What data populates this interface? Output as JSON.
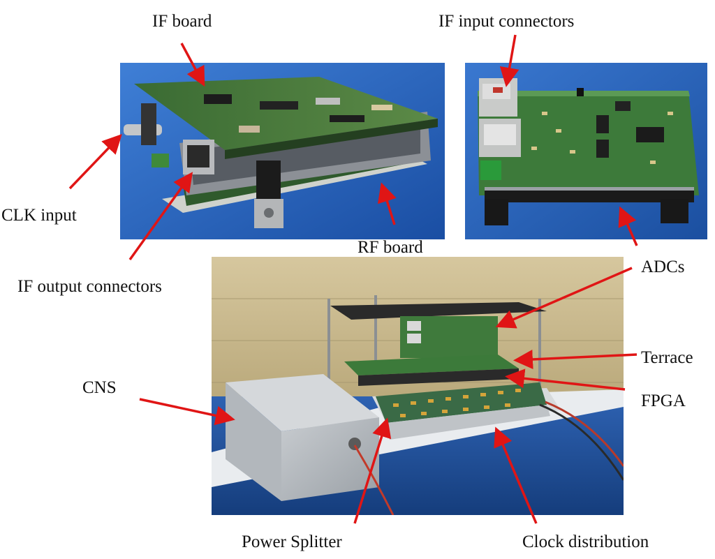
{
  "labels": {
    "if_board": "IF board",
    "if_input_connectors": "IF input connectors",
    "clk_input": "CLK input",
    "rf_board": "RF board",
    "if_output_connectors": "IF output connectors",
    "adcs": "ADCs",
    "terrace": "Terrace",
    "cns": "CNS",
    "fpga": "FPGA",
    "power_splitter": "Power Splitter",
    "clock_distribution": "Clock distribution"
  },
  "colors": {
    "arrow": "#e01515",
    "photo_blue": "#1f5fb8",
    "pcb_green": "#2f6b3a",
    "wall_beige": "#c9b98f"
  }
}
